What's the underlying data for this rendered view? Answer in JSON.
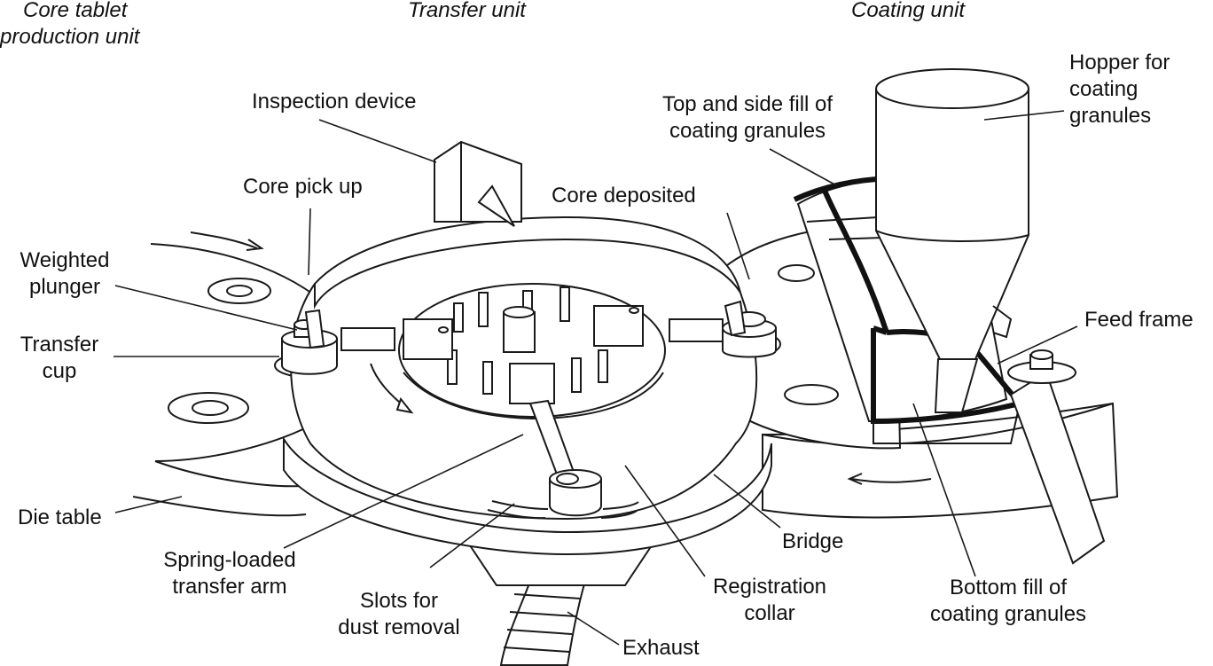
{
  "headers": {
    "core_unit": [
      "Core tablet",
      "production unit"
    ],
    "transfer_unit": "Transfer unit",
    "coating_unit": "Coating unit"
  },
  "labels": {
    "hopper": [
      "Hopper for",
      "coating",
      "granules"
    ],
    "top_side_fill": [
      "Top and side fill of",
      "coating granules"
    ],
    "inspection_device": "Inspection device",
    "core_pick_up": "Core pick up",
    "core_deposited": "Core deposited",
    "weighted_plunger": [
      "Weighted",
      "plunger"
    ],
    "transfer_cup": [
      "Transfer",
      "cup"
    ],
    "feed_frame": "Feed frame",
    "die_table": "Die table",
    "spring_loaded_arm": [
      "Spring-loaded",
      "transfer arm"
    ],
    "slots": [
      "Slots for",
      "dust removal"
    ],
    "registration_collar": [
      "Registration",
      "collar"
    ],
    "bridge": "Bridge",
    "bottom_fill": [
      "Bottom fill of",
      "coating granules"
    ],
    "exhaust": "Exhaust"
  }
}
